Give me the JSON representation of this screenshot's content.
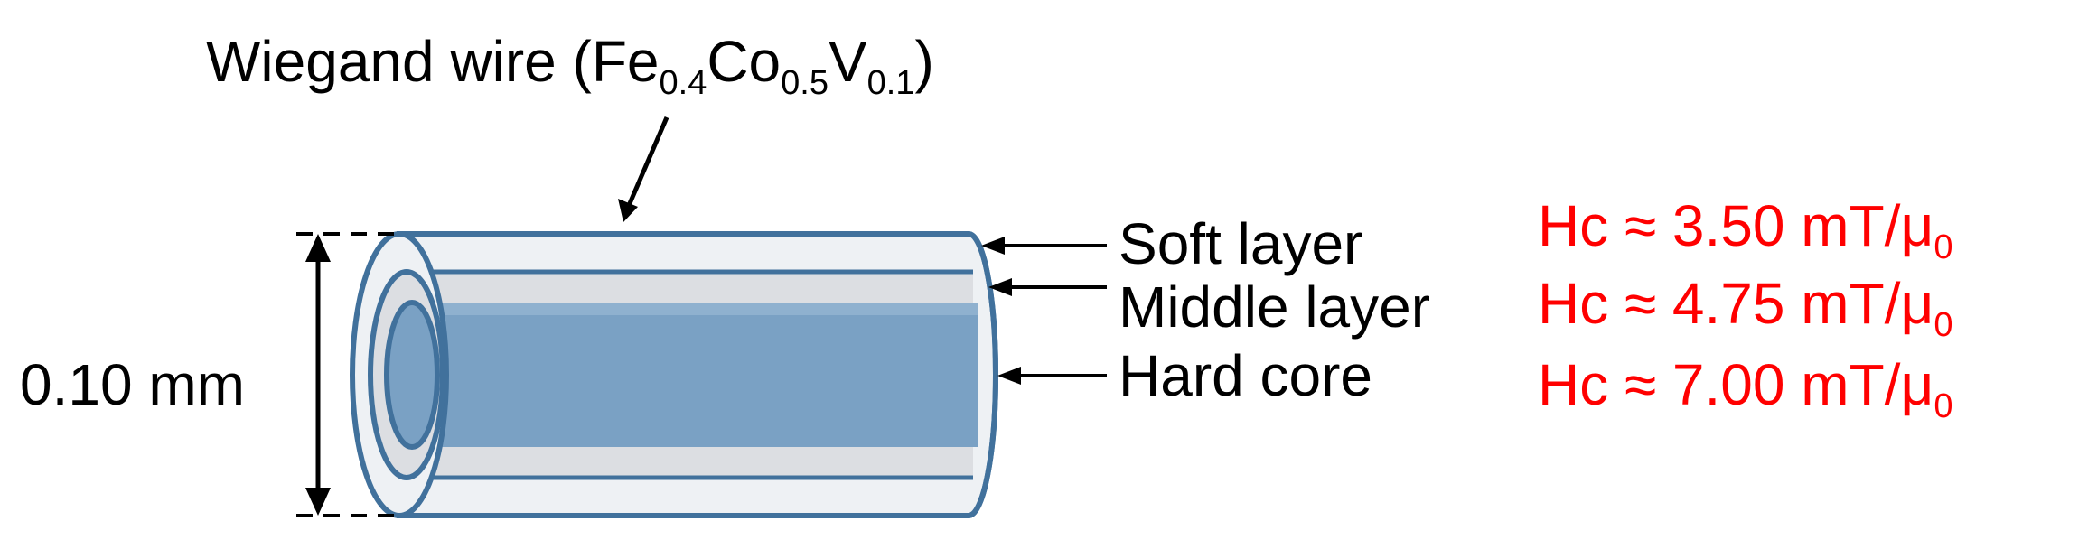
{
  "title": {
    "prefix": "Wiegand wire (Fe",
    "fe_sub": "0.4",
    "co": "Co",
    "co_sub": "0.5",
    "v": "V",
    "v_sub": "0.1",
    "suffix": ")"
  },
  "dimension_label": "0.10 mm",
  "layers": [
    {
      "name": "Soft layer",
      "hc_prefix": "Hc ≈ 3.50 mT/μ",
      "hc_sub": "0"
    },
    {
      "name": "Middle layer",
      "hc_prefix": "Hc ≈ 4.75 mT/μ",
      "hc_sub": "0"
    },
    {
      "name": "Hard core",
      "hc_prefix": "Hc ≈ 7.00 mT/μ",
      "hc_sub": "0"
    }
  ],
  "colors": {
    "outline": "#41719c",
    "soft_fill": "#eef1f4",
    "middle_fill": "#dcdee2",
    "core_fill": "#7aa1c4",
    "core_stripe": "#8fb1cf",
    "hc_text": "#ff0000"
  }
}
